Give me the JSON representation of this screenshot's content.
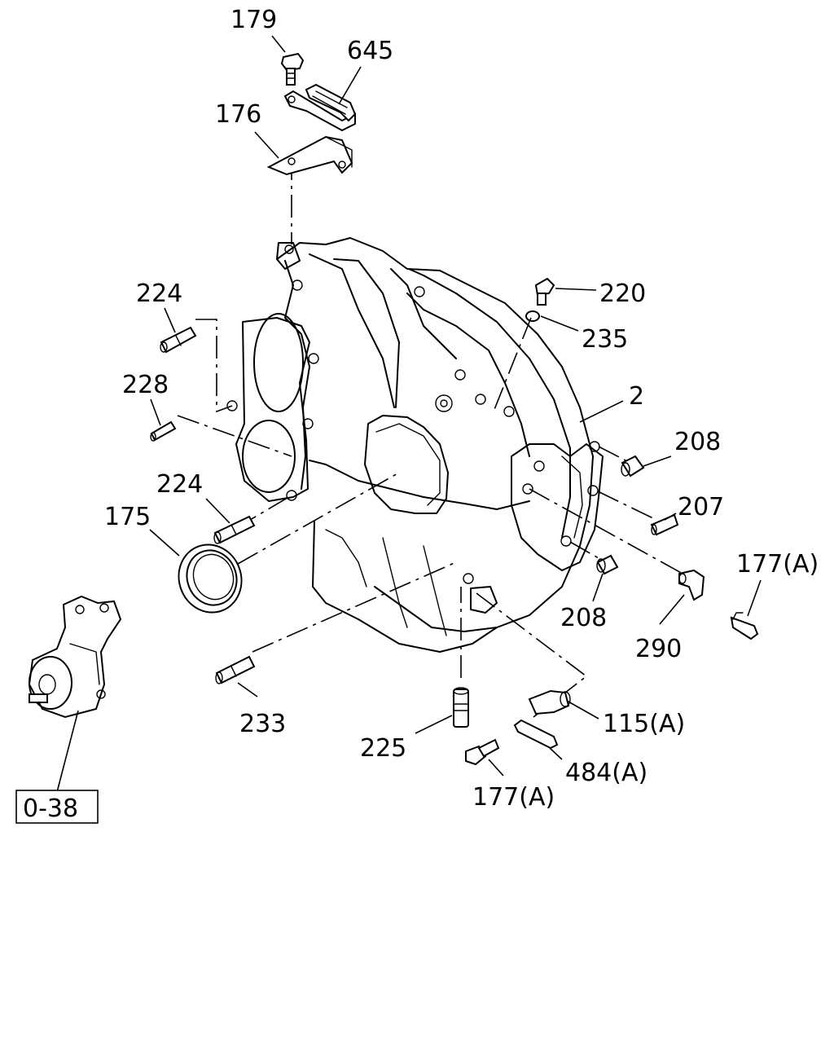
{
  "callouts": {
    "c179": "179",
    "c645": "645",
    "c176": "176",
    "c224a": "224",
    "c228": "228",
    "c224b": "224",
    "c175": "175",
    "c233": "233",
    "c225": "225",
    "c177a": "177(A)",
    "c484": "484(A)",
    "c115": "115(A)",
    "c290": "290",
    "c177b": "177(A)",
    "c208a": "208",
    "c207": "207",
    "c208b": "208",
    "c2": "2",
    "c220": "220",
    "c235": "235"
  },
  "reference": {
    "label": "0-38"
  }
}
